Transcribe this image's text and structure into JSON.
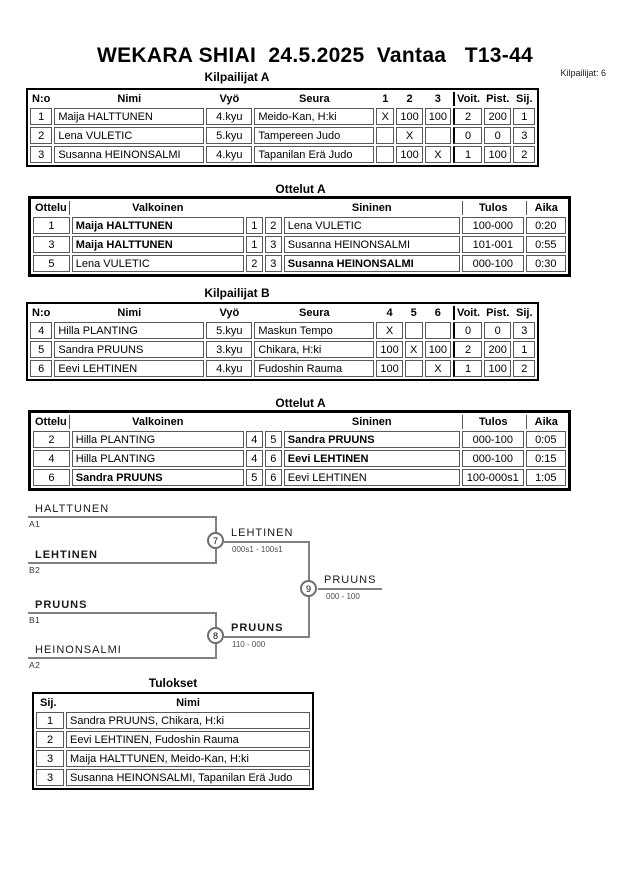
{
  "title": "WEKARA SHIAI  24.5.2025  Vantaa   T13-44",
  "participants_note": "Kilpailijat: 6",
  "colors": {
    "table_border": "#000000",
    "cell_border": "#595959",
    "bracket_line": "#808080",
    "score_text": "#4d4d4d"
  },
  "pool_a": {
    "title": "Kilpailijat A",
    "headers": {
      "no": "N:o",
      "name": "Nimi",
      "belt": "Vyö",
      "club": "Seura",
      "m1": "1",
      "m2": "2",
      "m3": "3",
      "wins": "Voit.",
      "points": "Pist.",
      "place": "Sij."
    },
    "rows": [
      {
        "no": "1",
        "name": "Maija HALTTUNEN",
        "belt": "4.kyu",
        "club": "Meido-Kan, H:ki",
        "m1": "X",
        "m2": "100",
        "m3": "100",
        "wins": "2",
        "points": "200",
        "place": "1"
      },
      {
        "no": "2",
        "name": "Lena VULETIC",
        "belt": "5.kyu",
        "club": "Tampereen Judo",
        "m1": "",
        "m2": "X",
        "m3": "",
        "wins": "0",
        "points": "0",
        "place": "3"
      },
      {
        "no": "3",
        "name": "Susanna HEINONSALMI",
        "belt": "4.kyu",
        "club": "Tapanilan Erä Judo",
        "m1": "",
        "m2": "100",
        "m3": "X",
        "wins": "1",
        "points": "100",
        "place": "2"
      }
    ]
  },
  "matches_a": {
    "title": "Ottelut A",
    "headers": {
      "match": "Ottelu",
      "white": "Valkoinen",
      "blue": "Sininen",
      "result": "Tulos",
      "time": "Aika"
    },
    "rows": [
      {
        "match": "1",
        "white": "Maija HALTTUNEN",
        "white_bold": true,
        "white_no": "1",
        "blue_no": "2",
        "blue": "Lena VULETIC",
        "blue_bold": false,
        "result": "100-000",
        "time": "0:20"
      },
      {
        "match": "3",
        "white": "Maija HALTTUNEN",
        "white_bold": true,
        "white_no": "1",
        "blue_no": "3",
        "blue": "Susanna HEINONSALMI",
        "blue_bold": false,
        "result": "101-001",
        "time": "0:55"
      },
      {
        "match": "5",
        "white": "Lena VULETIC",
        "white_bold": false,
        "white_no": "2",
        "blue_no": "3",
        "blue": "Susanna HEINONSALMI",
        "blue_bold": true,
        "result": "000-100",
        "time": "0:30"
      }
    ]
  },
  "pool_b": {
    "title": "Kilpailijat B",
    "headers": {
      "no": "N:o",
      "name": "Nimi",
      "belt": "Vyö",
      "club": "Seura",
      "m1": "4",
      "m2": "5",
      "m3": "6",
      "wins": "Voit.",
      "points": "Pist.",
      "place": "Sij."
    },
    "rows": [
      {
        "no": "4",
        "name": "Hilla PLANTING",
        "belt": "5.kyu",
        "club": "Maskun Tempo",
        "m1": "X",
        "m2": "",
        "m3": "",
        "wins": "0",
        "points": "0",
        "place": "3"
      },
      {
        "no": "5",
        "name": "Sandra PRUUNS",
        "belt": "3.kyu",
        "club": "Chikara, H:ki",
        "m1": "100",
        "m2": "X",
        "m3": "100",
        "wins": "2",
        "points": "200",
        "place": "1"
      },
      {
        "no": "6",
        "name": "Eevi LEHTINEN",
        "belt": "4.kyu",
        "club": "Fudoshin Rauma",
        "m1": "100",
        "m2": "",
        "m3": "X",
        "wins": "1",
        "points": "100",
        "place": "2"
      }
    ]
  },
  "matches_b": {
    "title": "Ottelut A",
    "headers": {
      "match": "Ottelu",
      "white": "Valkoinen",
      "blue": "Sininen",
      "result": "Tulos",
      "time": "Aika"
    },
    "rows": [
      {
        "match": "2",
        "white": "Hilla PLANTING",
        "white_bold": false,
        "white_no": "4",
        "blue_no": "5",
        "blue": "Sandra PRUUNS",
        "blue_bold": true,
        "result": "000-100",
        "time": "0:05"
      },
      {
        "match": "4",
        "white": "Hilla PLANTING",
        "white_bold": false,
        "white_no": "4",
        "blue_no": "6",
        "blue": "Eevi LEHTINEN",
        "blue_bold": true,
        "result": "000-100",
        "time": "0:15"
      },
      {
        "match": "6",
        "white": "Sandra PRUUNS",
        "white_bold": true,
        "white_no": "5",
        "blue_no": "6",
        "blue": "Eevi LEHTINEN",
        "blue_bold": false,
        "result": "100-000s1",
        "time": "1:05"
      }
    ]
  },
  "bracket": {
    "entries": [
      {
        "name": "HALTTUNEN",
        "seed": "A1",
        "bold": false
      },
      {
        "name": "LEHTINEN",
        "seed": "B2",
        "bold": true
      },
      {
        "name": "PRUUNS",
        "seed": "B1",
        "bold": true
      },
      {
        "name": "HEINONSALMI",
        "seed": "A2",
        "bold": false
      }
    ],
    "semifinal_1": {
      "number": "7",
      "winner": "LEHTINEN",
      "score": "000s1 - 100s1",
      "bold": false
    },
    "semifinal_2": {
      "number": "8",
      "winner": "PRUUNS",
      "score": "110 - 000",
      "bold": true
    },
    "final": {
      "number": "9",
      "winner": "PRUUNS",
      "score": "000 - 100",
      "bold": false
    }
  },
  "results": {
    "title": "Tulokset",
    "headers": {
      "place": "Sij.",
      "name": "Nimi"
    },
    "rows": [
      {
        "place": "1",
        "name": "Sandra PRUUNS, Chikara, H:ki"
      },
      {
        "place": "2",
        "name": "Eevi LEHTINEN, Fudoshin Rauma"
      },
      {
        "place": "3",
        "name": "Maija HALTTUNEN, Meido-Kan, H:ki"
      },
      {
        "place": "3",
        "name": "Susanna HEINONSALMI, Tapanilan Erä Judo"
      }
    ]
  }
}
